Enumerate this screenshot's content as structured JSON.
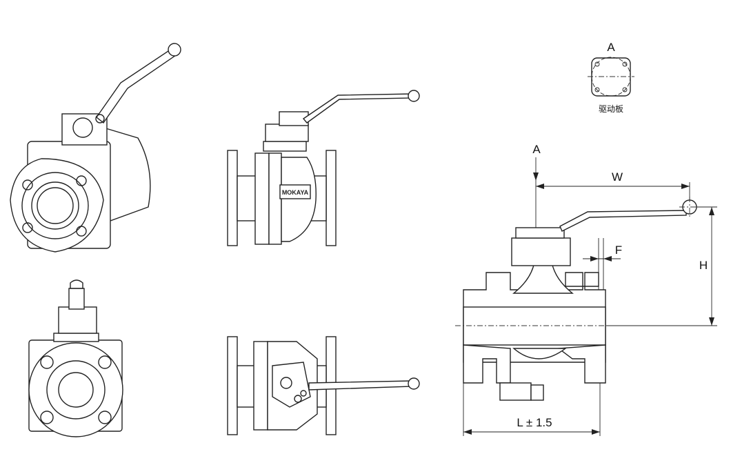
{
  "drawing": {
    "brand_mark": "MOKAYA",
    "drive_plate": {
      "label_a": "A",
      "caption": "驱动板"
    },
    "dimensions": {
      "a": "A",
      "w": "W",
      "f": "F",
      "h": "H",
      "l": "L ± 1.5"
    }
  }
}
